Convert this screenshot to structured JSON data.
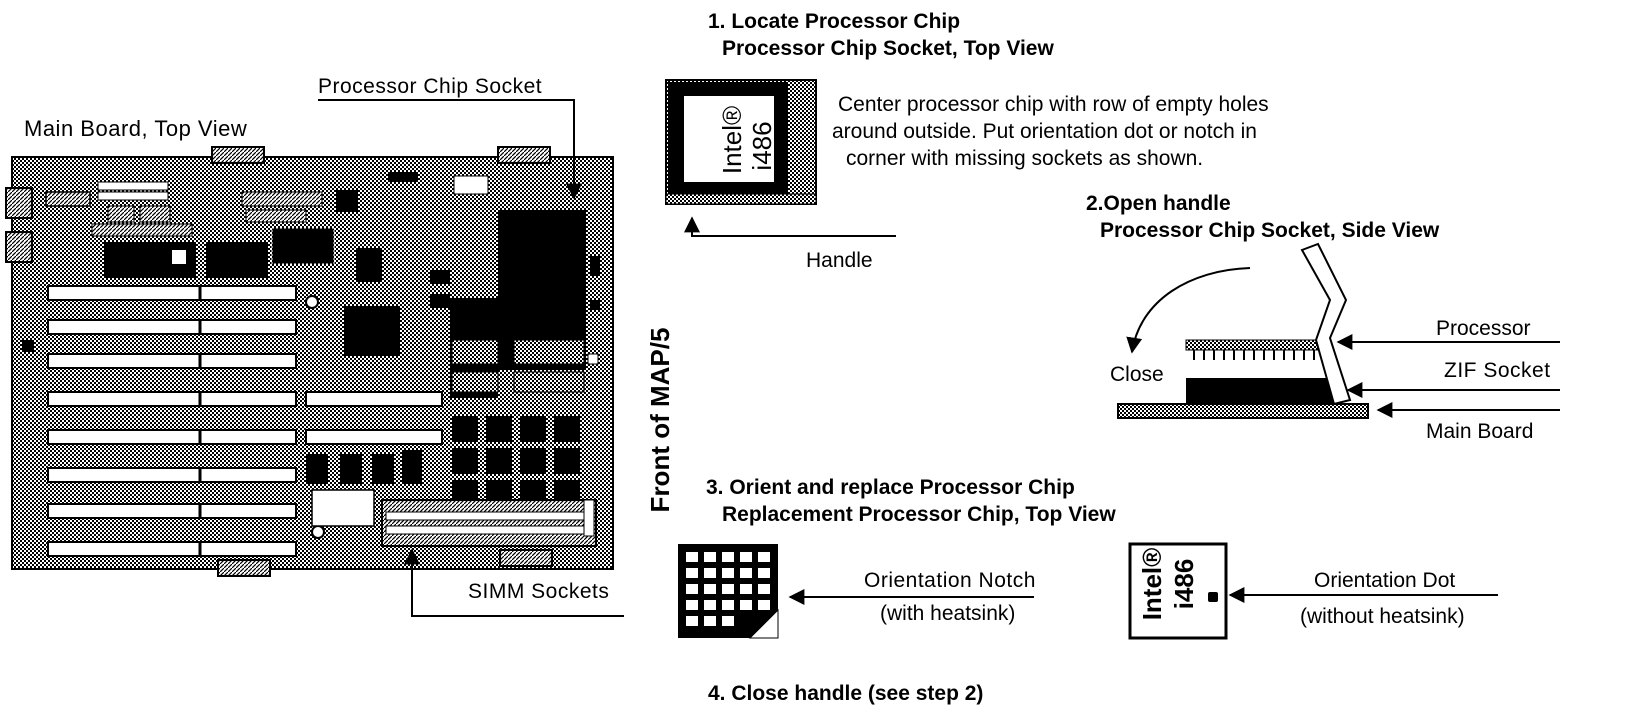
{
  "board": {
    "title": "Main Board, Top View",
    "socket_label": "Processor Chip Socket",
    "simm_label": "SIMM Sockets",
    "front_label": "Front of MAP/5"
  },
  "step1": {
    "heading": "1. Locate Processor Chip",
    "subheading": "Processor Chip Socket, Top View",
    "note_line1": "Center processor chip with row of empty holes",
    "note_line2": "around outside. Put orientation dot or notch in",
    "note_line3": "corner with missing sockets as shown.",
    "handle_label": "Handle",
    "chip_text1": "Intel®",
    "chip_text2": "i486"
  },
  "step2": {
    "heading": "2.Open handle",
    "subheading": "Processor Chip Socket, Side View",
    "close_label": "Close",
    "processor_label": "Processor",
    "zif_label": "ZIF Socket",
    "mainboard_label": "Main Board"
  },
  "step3": {
    "heading": "3. Orient and replace Processor Chip",
    "subheading": "Replacement Processor Chip, Top View",
    "notch_label": "Orientation Notch",
    "notch_sub": "(with heatsink)",
    "dot_label": "Orientation Dot",
    "dot_sub": "(without heatsink)",
    "chip_text1": "Intel®",
    "chip_text2": "i486"
  },
  "step4": {
    "heading": "4. Close handle (see step 2)"
  }
}
